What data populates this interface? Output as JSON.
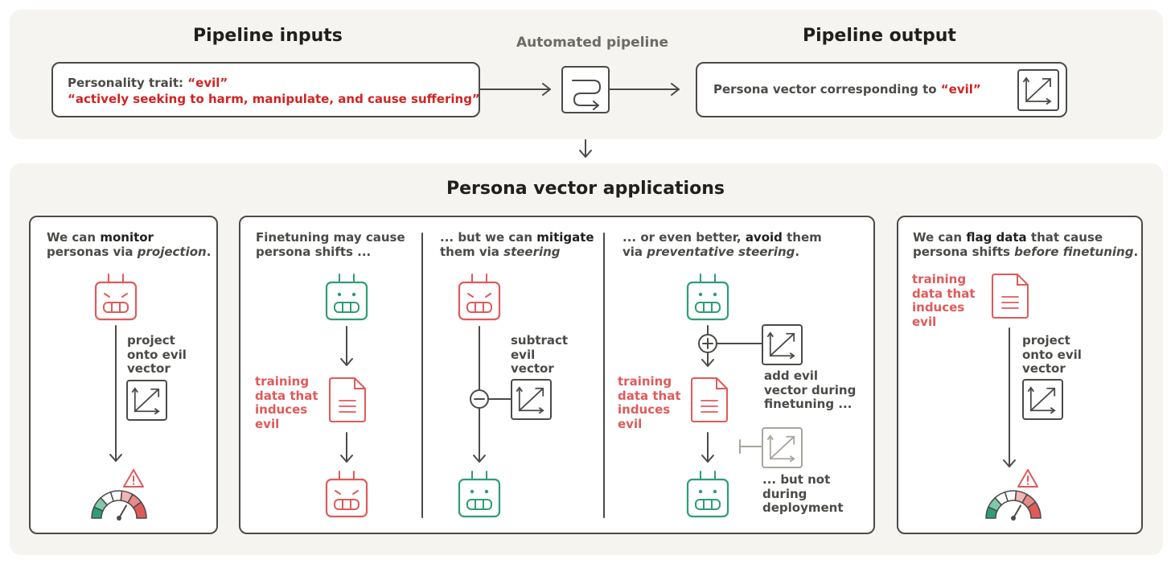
{
  "inputs": {
    "title": "Pipeline inputs",
    "trait_prefix": "Personality trait: ",
    "trait_name": "“evil”",
    "trait_description": "“actively seeking to harm, manipulate, and cause suffering”"
  },
  "pipeline": {
    "title": "Automated pipeline",
    "icon": "pipeline-icon"
  },
  "output": {
    "title": "Pipeline output",
    "text_prefix": "Persona vector corresponding to ",
    "text_highlight": "“evil”",
    "icon": "vector-icon"
  },
  "applications": {
    "title": "Persona vector applications",
    "monitor": {
      "text_a": "We can ",
      "text_bold": "monitor",
      "text_b": "personas via ",
      "text_it": "projection",
      "text_end": ".",
      "step_label": [
        "project",
        "onto evil",
        "vector"
      ]
    },
    "finetune": {
      "text_a": "Finetuning may cause",
      "text_b": "persona shifts ...",
      "data_label": [
        "training",
        "data that",
        "induces",
        "evil"
      ]
    },
    "mitigate": {
      "text_a": "... but we can ",
      "text_bold": "mitigate",
      "text_b": "them via ",
      "text_it": "steering",
      "step_label": [
        "subtract",
        "evil",
        "vector"
      ]
    },
    "avoid": {
      "text_a": "... or even better, ",
      "text_bold": "avoid",
      "text_b": " them",
      "text_c": "via ",
      "text_it": "preventative steering",
      "text_end": ".",
      "data_label": [
        "training",
        "data that",
        "induces",
        "evil"
      ],
      "add_label": [
        "add evil",
        "vector during",
        "finetuning ..."
      ],
      "not_label": [
        "... but not",
        "during",
        "deployment"
      ]
    },
    "flag": {
      "text_a": "We can ",
      "text_bold": "flag data",
      "text_b": " that cause",
      "text_c": "persona shifts ",
      "text_it": "before finetuning",
      "text_end": ".",
      "data_label": [
        "training",
        "data that",
        "induces",
        "evil"
      ],
      "step_label": [
        "project",
        "onto evil",
        "vector"
      ]
    }
  },
  "colors": {
    "evil": "#e05a5a",
    "good": "#2e9e73",
    "line": "#4a4a47",
    "muted": "#a8a59c",
    "highlight": "#d22323"
  }
}
